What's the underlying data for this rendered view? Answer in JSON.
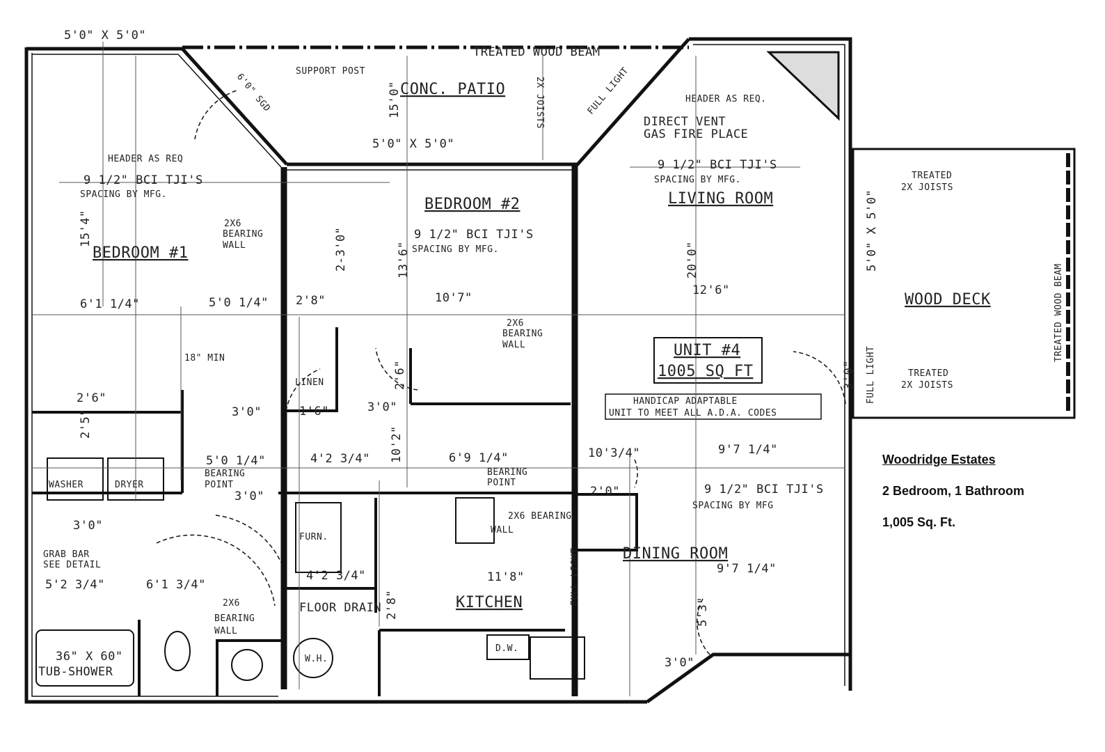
{
  "legend": {
    "title": "Woodridge Estates",
    "rooms": "2 Bedroom, 1 Bathroom",
    "area": "1,005 Sq. Ft."
  },
  "labels": [
    {
      "id": "win-tl",
      "text": "5'0\" X 5'0\""
    },
    {
      "id": "beam-top",
      "text": "TREATED WOOD BEAM"
    },
    {
      "id": "support-post",
      "text": "SUPPORT POST"
    },
    {
      "id": "patio",
      "text": "CONC. PATIO"
    },
    {
      "id": "patio-joists",
      "text": "2X JOISTS"
    },
    {
      "id": "patio-dim",
      "text": "15'0\""
    },
    {
      "id": "win-patio",
      "text": "5'0\" X 5'0\""
    },
    {
      "id": "door-diag-l",
      "text": "6'0\" SGD"
    },
    {
      "id": "door-diag-r",
      "text": "FULL LIGHT"
    },
    {
      "id": "header-r",
      "text": "HEADER AS REQ."
    },
    {
      "id": "fireplace-1",
      "text": "DIRECT VENT"
    },
    {
      "id": "fireplace-2",
      "text": "GAS FIRE PLACE"
    },
    {
      "id": "lr-joist-1",
      "text": "9 1/2\" BCI TJI'S"
    },
    {
      "id": "lr-joist-2",
      "text": "SPACING BY MFG."
    },
    {
      "id": "living-room",
      "text": "LIVING ROOM"
    },
    {
      "id": "deck-joist-1a",
      "text": "TREATED"
    },
    {
      "id": "deck-joist-1b",
      "text": "2X JOISTS"
    },
    {
      "id": "wood-deck",
      "text": "WOOD DECK"
    },
    {
      "id": "deck-beam",
      "text": "TREATED WOOD BEAM"
    },
    {
      "id": "deck-dim",
      "text": "5'0\" X 5'0\""
    },
    {
      "id": "deck-joist-2a",
      "text": "TREATED"
    },
    {
      "id": "deck-joist-2b",
      "text": "2X JOISTS"
    },
    {
      "id": "full-light",
      "text": "FULL LIGHT"
    },
    {
      "id": "deck-door",
      "text": "3'0\""
    },
    {
      "id": "bedroom2",
      "text": "BEDROOM #2"
    },
    {
      "id": "br2-joist-1",
      "text": "9 1/2\" BCI TJI'S"
    },
    {
      "id": "br2-joist-2",
      "text": "SPACING BY MFG."
    },
    {
      "id": "br2-dim",
      "text": "13'6\""
    },
    {
      "id": "br2-door",
      "text": "2-3'0\""
    },
    {
      "id": "header-l",
      "text": "HEADER AS REQ"
    },
    {
      "id": "br1-joist-1",
      "text": "9 1/2\" BCI TJI'S"
    },
    {
      "id": "br1-joist-2",
      "text": "SPACING BY MFG."
    },
    {
      "id": "bw1-a",
      "text": "2X6"
    },
    {
      "id": "bw1-b",
      "text": "BEARING"
    },
    {
      "id": "bw1-c",
      "text": "WALL"
    },
    {
      "id": "bedroom1",
      "text": "BEDROOM #1"
    },
    {
      "id": "br1-dim",
      "text": "15'4\""
    },
    {
      "id": "d1",
      "text": "6'1 1/4\""
    },
    {
      "id": "d2",
      "text": "5'0 1/4\""
    },
    {
      "id": "d3",
      "text": "2'8\""
    },
    {
      "id": "d4",
      "text": "10'7\""
    },
    {
      "id": "d5",
      "text": "20'0\""
    },
    {
      "id": "d6",
      "text": "12'6\""
    },
    {
      "id": "bw2-a",
      "text": "2X6"
    },
    {
      "id": "bw2-b",
      "text": "BEARING"
    },
    {
      "id": "bw2-c",
      "text": "WALL"
    },
    {
      "id": "min",
      "text": "18\" MIN"
    },
    {
      "id": "d7",
      "text": "2'6\""
    },
    {
      "id": "d8",
      "text": "3'0\""
    },
    {
      "id": "linen",
      "text": "LINEN"
    },
    {
      "id": "d9",
      "text": "1'6\""
    },
    {
      "id": "d10",
      "text": "3'0\""
    },
    {
      "id": "d11",
      "text": "2'6\""
    },
    {
      "id": "unit-1",
      "text": "UNIT #4"
    },
    {
      "id": "unit-2",
      "text": "1005 SQ FT"
    },
    {
      "id": "hc-1",
      "text": "HANDICAP ADAPTABLE"
    },
    {
      "id": "hc-2",
      "text": "UNIT TO MEET ALL A.D.A. CODES"
    },
    {
      "id": "d12",
      "text": "2'5\""
    },
    {
      "id": "d13",
      "text": "5'0 1/4\""
    },
    {
      "id": "d14",
      "text": "4'2 3/4\""
    },
    {
      "id": "d15",
      "text": "6'9 1/4\""
    },
    {
      "id": "d16",
      "text": "10'3/4\""
    },
    {
      "id": "d17",
      "text": "9'7 1/4\""
    },
    {
      "id": "d18",
      "text": "10'2\""
    },
    {
      "id": "washer",
      "text": "WASHER"
    },
    {
      "id": "dryer",
      "text": "DRYER"
    },
    {
      "id": "bp1-a",
      "text": "BEARING"
    },
    {
      "id": "bp1-b",
      "text": "POINT"
    },
    {
      "id": "d19",
      "text": "3'0\""
    },
    {
      "id": "bp2-a",
      "text": "BEARING"
    },
    {
      "id": "bp2-b",
      "text": "POINT"
    },
    {
      "id": "d20",
      "text": "2'0\""
    },
    {
      "id": "dr-joist-1",
      "text": "9 1/2\" BCI TJI'S"
    },
    {
      "id": "dr-joist-2",
      "text": "SPACING BY MFG"
    },
    {
      "id": "bw3-a",
      "text": "2X6 BEARING"
    },
    {
      "id": "bw3-b",
      "text": "WALL"
    },
    {
      "id": "d21",
      "text": "3'0\""
    },
    {
      "id": "furn",
      "text": "FURN."
    },
    {
      "id": "dining",
      "text": "DINING ROOM"
    },
    {
      "id": "d22",
      "text": "9'7 1/4\""
    },
    {
      "id": "grab-1",
      "text": "GRAB BAR"
    },
    {
      "id": "grab-2",
      "text": "SEE DETAIL"
    },
    {
      "id": "d23",
      "text": "4'2 3/4\""
    },
    {
      "id": "d24",
      "text": "11'8\""
    },
    {
      "id": "d25",
      "text": "5'2 3/4\""
    },
    {
      "id": "d26",
      "text": "6'1 3/4\""
    },
    {
      "id": "drain",
      "text": "FLOOR DRAIN"
    },
    {
      "id": "kitchen",
      "text": "KITCHEN"
    },
    {
      "id": "d27",
      "text": "5'3\""
    },
    {
      "id": "bw4-a",
      "text": "2X6"
    },
    {
      "id": "bw4-b",
      "text": "BEARING"
    },
    {
      "id": "bw4-c",
      "text": "WALL"
    },
    {
      "id": "tub-1",
      "text": "36\" X 60\""
    },
    {
      "id": "tub-2",
      "text": "TUB-SHOWER"
    },
    {
      "id": "wh",
      "text": "W.H."
    },
    {
      "id": "dw",
      "text": "D.W."
    },
    {
      "id": "d28",
      "text": "3'0\""
    },
    {
      "id": "kd",
      "text": "FULL LIGHT"
    },
    {
      "id": "d29",
      "text": "2'8\""
    }
  ]
}
